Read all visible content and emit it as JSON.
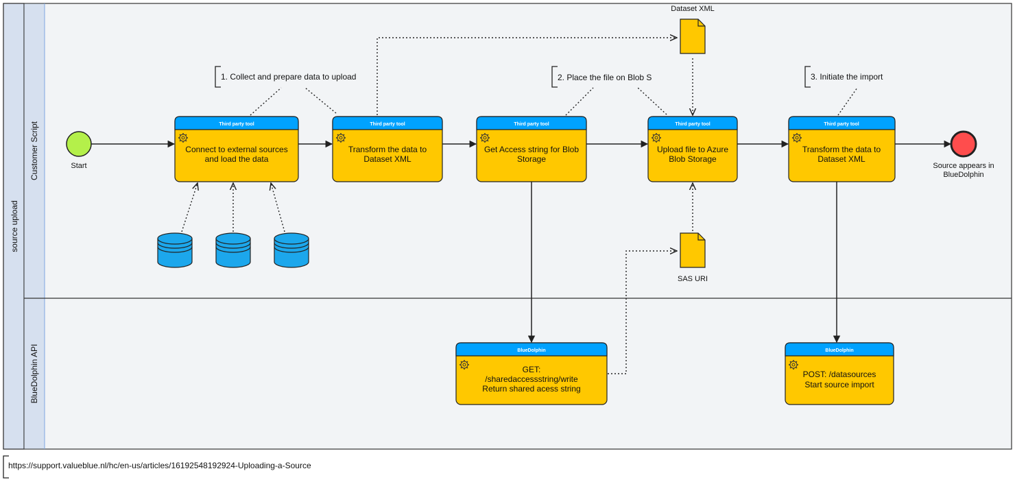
{
  "pool": {
    "label": "source upload"
  },
  "lanes": [
    {
      "label": "Customer Script"
    },
    {
      "label": "BlueDolphin API"
    }
  ],
  "events": {
    "start": {
      "label": "Start"
    },
    "end": {
      "label_line1": "Source appears in",
      "label_line2": "BlueDolphin"
    }
  },
  "tasks": [
    {
      "header": "Third party tool",
      "line1": "Connect to external sources",
      "line2": "and load the data"
    },
    {
      "header": "Third party tool",
      "line1": "Transform the data to",
      "line2": "Dataset XML"
    },
    {
      "header": "Third party tool",
      "line1": "Get Access string for Blob",
      "line2": "Storage"
    },
    {
      "header": "Third party tool",
      "line1": "Upload file to Azure",
      "line2": "Blob Storage"
    },
    {
      "header": "Third party tool",
      "line1": "Transform the data to",
      "line2": "Dataset XML"
    },
    {
      "header": "BlueDolphin",
      "line1": "GET:",
      "line2": "/sharedaccessstring/write",
      "line3": "Return shared acess string"
    },
    {
      "header": "BlueDolphin",
      "line1": "POST: /datasources",
      "line2": "Start source import"
    }
  ],
  "annotations": [
    {
      "text": "1. Collect and prepare data to upload"
    },
    {
      "text": "2. Place the file on Blob S"
    },
    {
      "text": "3. Initiate the import"
    }
  ],
  "data_objects": [
    {
      "label": "Dataset XML"
    },
    {
      "label": "SAS URI"
    }
  ],
  "footer": {
    "text": "https://support.valueblue.nl/hc/en-us/articles/16192548192924-Uploading-a-Source"
  },
  "colors": {
    "task_fill": "#ffc800",
    "task_header": "#00a2ff",
    "pool_header": "#d6e0ef",
    "lane_bg": "#f2f4f6",
    "start_fill": "#b4f04a",
    "end_fill": "#ff4d4d",
    "database_fill": "#1ca7ec"
  }
}
